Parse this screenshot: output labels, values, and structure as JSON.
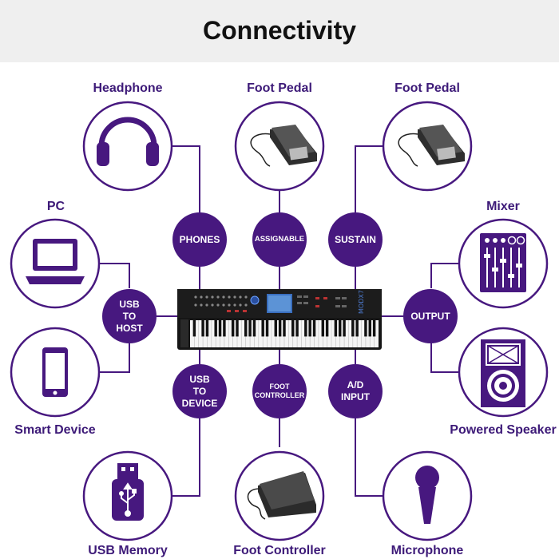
{
  "title": "Connectivity",
  "colors": {
    "primary": "#47187f",
    "label": "#3d1a78",
    "header_bg": "#efefef"
  },
  "keyboard": {
    "model": "MODX7"
  },
  "devices": {
    "headphone": "Headphone",
    "foot_pedal_1": "Foot Pedal",
    "foot_pedal_2": "Foot Pedal",
    "pc": "PC",
    "mixer": "Mixer",
    "smart_device": "Smart Device",
    "powered_speaker": "Powered Speaker",
    "usb_memory": "USB Memory",
    "foot_controller": "Foot Controller",
    "microphone": "Microphone"
  },
  "ports": {
    "phones": "PHONES",
    "assignable": "ASSIGNABLE",
    "sustain": "SUSTAIN",
    "usb_to_host_1": "USB",
    "usb_to_host_2": "TO",
    "usb_to_host_3": "HOST",
    "output": "OUTPUT",
    "usb_to_device_1": "USB",
    "usb_to_device_2": "TO",
    "usb_to_device_3": "DEVICE",
    "foot_controller_1": "FOOT",
    "foot_controller_2": "CONTROLLER",
    "ad_input_1": "A/D",
    "ad_input_2": "INPUT"
  },
  "icons": [
    "headphone-icon",
    "foot-pedal-icon",
    "laptop-icon",
    "mixer-icon",
    "smartphone-icon",
    "speaker-icon",
    "usb-stick-icon",
    "expression-pedal-icon",
    "microphone-icon",
    "synthesizer-keyboard"
  ]
}
